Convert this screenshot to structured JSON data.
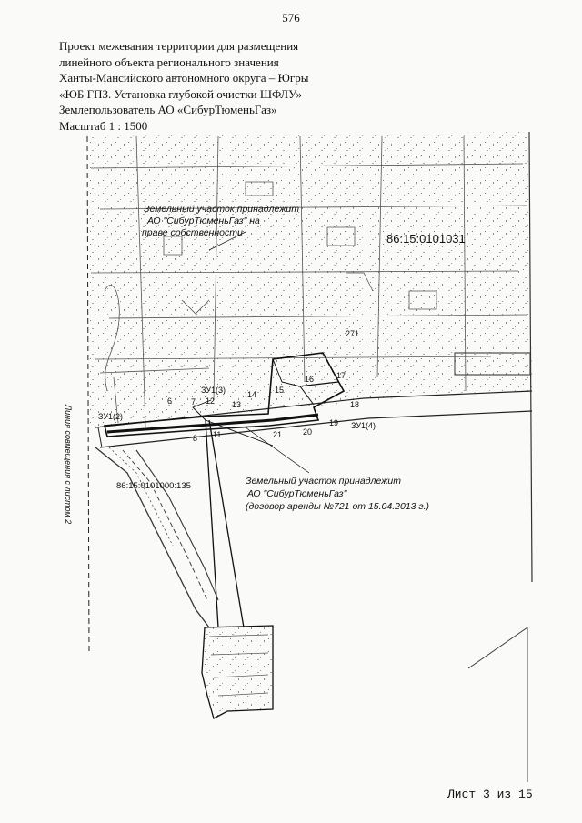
{
  "page_number": "576",
  "header": {
    "line1": "Проект межевания территории для размещения",
    "line2": "линейного объекта регионального значения",
    "line3": "Ханты-Мансийского автономного округа – Югры",
    "line4": "«ЮБ ГПЗ. Установка глубокой очистки ШФЛУ»",
    "line5": "Землепользователь АО «СибурТюменьГаз»",
    "line6": "Масштаб 1 : 1500"
  },
  "map": {
    "note_top": {
      "line1": "Земельный участок принадлежит",
      "line2": "АО \"СибурТюменьГаз\" на",
      "line3": "праве собственности"
    },
    "cadastral_block": "86:15:0101031",
    "cadastral_parcel": "86:15:0101000:135",
    "note_bottom": {
      "line1": "Земельный участок принадлежит",
      "line2": "АО \"СибурТюменьГаз\"",
      "line3": "(договор аренды №721 от 15.04.2013 г.)"
    },
    "sheet_join_label": "Линия совмещения с листом 2",
    "labels": {
      "zu1_2": "ЗУ1(2)",
      "zu1_3": "ЗУ1(3)",
      "zu1_4": "ЗУ1(4)",
      "p6": "6",
      "p7": "7",
      "p8": "8",
      "p11": "11",
      "p12": "12",
      "p13": "13",
      "p14": "14",
      "p15": "15",
      "p16": "16",
      "p17": "17",
      "p18": "18",
      "p19": "19",
      "p20": "20",
      "p21": "21",
      "p271": "271"
    }
  },
  "footer": {
    "sheet": "Лист 3 из 15"
  },
  "colors": {
    "ink": "#111111",
    "paper": "#fafaf8",
    "survey": "#555555"
  }
}
